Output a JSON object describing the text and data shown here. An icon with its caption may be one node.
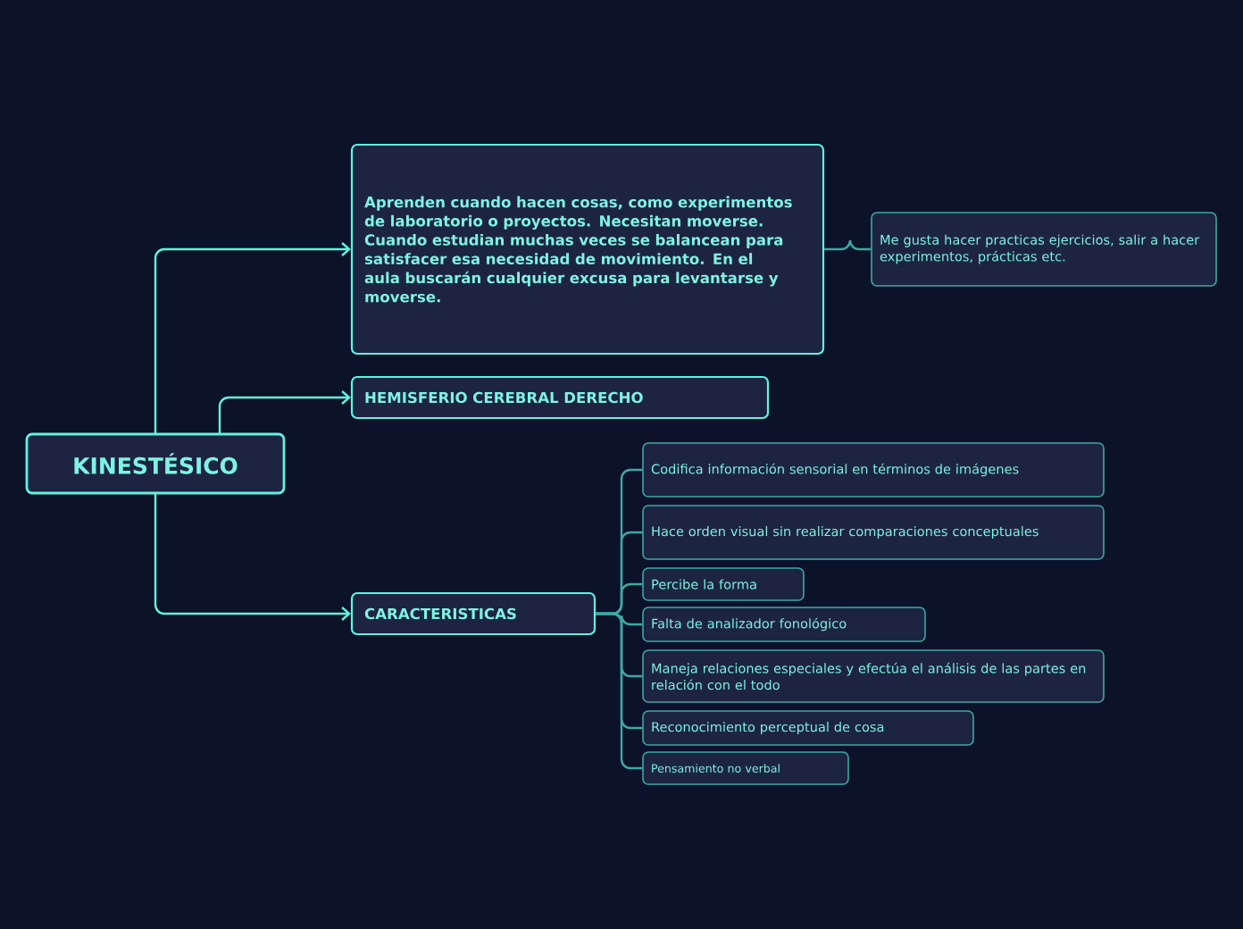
{
  "diagram": {
    "nodes": [
      {
        "text": [
          "KINESTÉSICO"
        ]
      },
      {
        "text": [
          "Aprenden cuando hacen cosas, como experimentos de laboratorio o proyectos. Necesitan moverse. Cuando estudian muchas veces se balancean para satisfacer esa necesidad de movimiento. En el aula buscarán cualquier excusa para levantarse y moverse."
        ]
      },
      {
        "text": [
          "HEMISFERIO CEREBRAL DERECHO"
        ]
      },
      {
        "text": [
          "CARACTERISTICAS"
        ]
      },
      {
        "text": [
          "Me gusta hacer practicas ejercicios, salir a hacer experimentos, prácticas etc."
        ]
      },
      {
        "text": [
          "Codifica información sensorial en términos de imágenes"
        ]
      },
      {
        "text": [
          "Hace orden visual sin realizar comparaciones conceptuales"
        ]
      },
      {
        "text": [
          "Percibe la forma"
        ]
      },
      {
        "text": [
          "Falta de analizador fonológico"
        ]
      },
      {
        "text": [
          "Maneja relaciones especiales y efectúa el análisis de las partes en relación con el todo"
        ]
      },
      {
        "text": [
          "Reconocimiento perceptual de cosa"
        ]
      },
      {
        "text": [
          "Pensamiento no verbal"
        ]
      }
    ],
    "edges": [
      {
        "from": 0,
        "to": 1,
        "arrow": "to"
      },
      {
        "from": 0,
        "to": 2,
        "arrow": "to"
      },
      {
        "from": 0,
        "to": 3,
        "arrow": "to"
      },
      {
        "from": 1,
        "to": 4,
        "arrow": "none"
      },
      {
        "from": 3,
        "to": 5,
        "arrow": "none"
      },
      {
        "from": 3,
        "to": 6,
        "arrow": "none"
      },
      {
        "from": 3,
        "to": 7,
        "arrow": "none"
      },
      {
        "from": 3,
        "to": 8,
        "arrow": "none"
      },
      {
        "from": 3,
        "to": 9,
        "arrow": "none"
      },
      {
        "from": 3,
        "to": 10,
        "arrow": "none"
      },
      {
        "from": 3,
        "to": 11,
        "arrow": "none"
      }
    ]
  }
}
